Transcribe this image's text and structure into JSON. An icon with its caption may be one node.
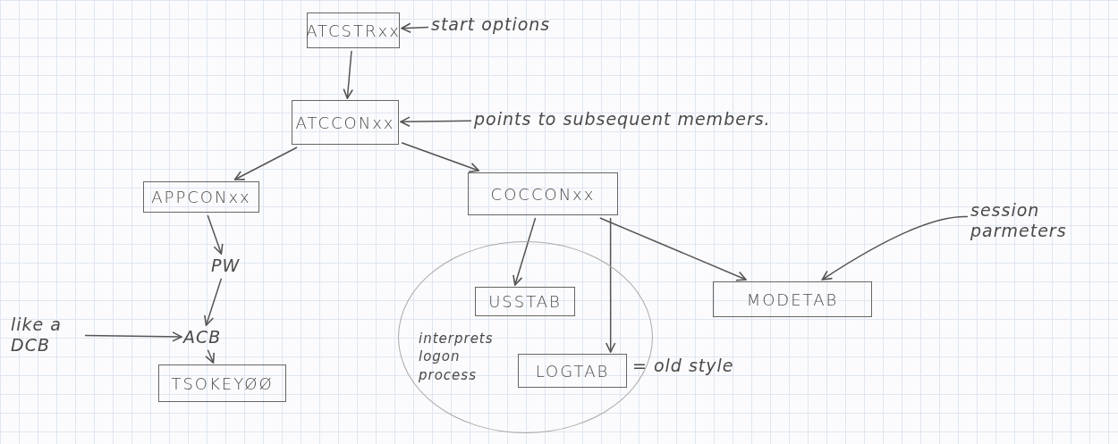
{
  "diagram": {
    "nodes": [
      {
        "text": [
          "ATCSTRxx"
        ]
      },
      {
        "text": [
          "start options"
        ]
      },
      {
        "text": [
          "ATCCONxx"
        ]
      },
      {
        "text": [
          "points to subsequent members."
        ]
      },
      {
        "text": [
          "APPCONxx"
        ]
      },
      {
        "text": [
          "COCCONxx"
        ]
      },
      {
        "text": [
          "session parmeters"
        ]
      },
      {
        "text": [
          "PW"
        ]
      },
      {
        "text": [
          "interprets logon process"
        ],
        "beside": [
          "= old style"
        ]
      },
      {
        "text": [
          "USSTAB"
        ],
        "in": 8
      },
      {
        "text": [
          "MODETAB"
        ]
      },
      {
        "text": [
          "like a DCB"
        ]
      },
      {
        "text": [
          "ACB"
        ]
      },
      {
        "text": [
          "LOGTAB"
        ],
        "in": 8
      },
      {
        "text": [
          "TSOKEYØØ"
        ]
      }
    ],
    "edges": [
      {
        "from": 0,
        "to": 2,
        "arrow": "to"
      },
      {
        "from": 1,
        "to": 0,
        "arrow": "to"
      },
      {
        "from": 3,
        "to": 2,
        "arrow": "to"
      },
      {
        "from": 2,
        "to": 4,
        "arrow": "to"
      },
      {
        "from": 2,
        "to": 5,
        "arrow": "to"
      },
      {
        "from": 6,
        "to": 10,
        "arrow": "to"
      },
      {
        "from": 4,
        "to": 7,
        "arrow": "to"
      },
      {
        "from": 5,
        "to": 9,
        "arrow": "to"
      },
      {
        "from": 5,
        "to": 13,
        "arrow": "to"
      },
      {
        "from": 5,
        "to": 10,
        "arrow": "to"
      },
      {
        "from": 7,
        "to": 12,
        "arrow": "to"
      },
      {
        "from": 11,
        "to": 12,
        "arrow": "to"
      },
      {
        "from": 12,
        "to": 14,
        "arrow": "to"
      }
    ]
  }
}
